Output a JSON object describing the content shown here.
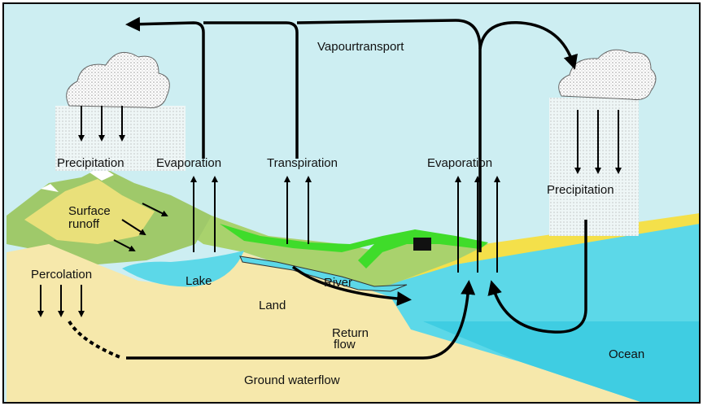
{
  "title": "Water cycle",
  "labels": {
    "vapour_transport": "Vapourtransport",
    "precipitation_left": "Precipitation",
    "evaporation_lake": "Evaporation",
    "transpiration": "Transpiration",
    "evaporation_ocean": "Evaporation",
    "precipitation_right": "Precipitation",
    "surface_runoff_1": "Surface",
    "surface_runoff_2": "runoff",
    "percolation": "Percolation",
    "lake": "Lake",
    "river": "River",
    "land": "Land",
    "return_flow_1": "Return",
    "return_flow_2": "flow",
    "ocean": "Ocean",
    "ground_water_flow": "Ground waterflow"
  },
  "colors": {
    "sky": "#cdeef2",
    "land": "#f6e8ab",
    "water": "#5cd8e8",
    "ocean_deep": "#3fcde2",
    "vegetation": "#3fdc2a",
    "mountain": "#9fc96a",
    "beach": "#f4e04a"
  }
}
